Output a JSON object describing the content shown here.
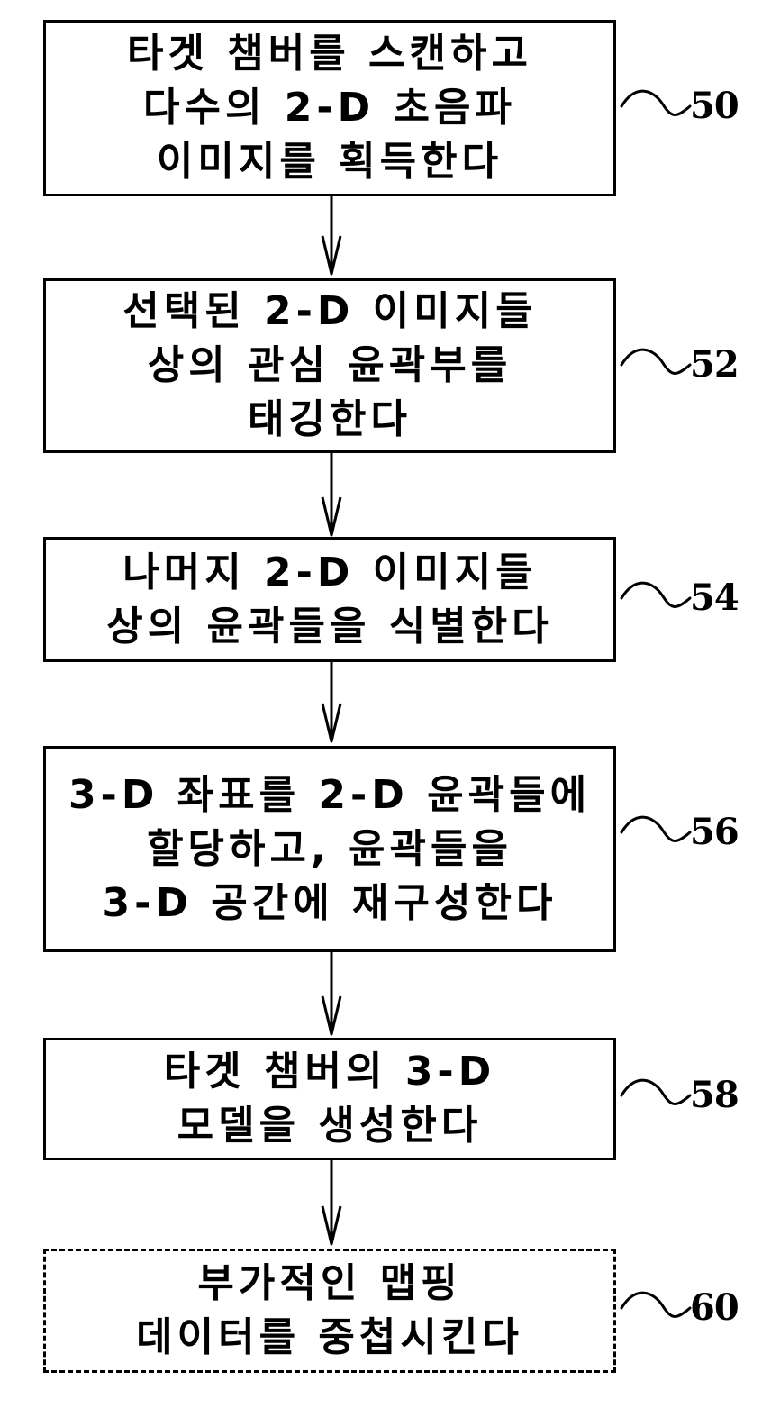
{
  "steps": [
    {
      "ref": "50",
      "lines": [
        "타겟 챔버를 스캔하고",
        "다수의 2-D 초음파",
        "이미지를 획득한다"
      ]
    },
    {
      "ref": "52",
      "lines": [
        "선택된 2-D 이미지들",
        "상의 관심 윤곽부를",
        "태깅한다"
      ]
    },
    {
      "ref": "54",
      "lines": [
        "나머지 2-D 이미지들",
        "상의 윤곽들을 식별한다"
      ]
    },
    {
      "ref": "56",
      "lines": [
        "3-D 좌표를 2-D 윤곽들에",
        "할당하고, 윤곽들을",
        "3-D 공간에 재구성한다"
      ]
    },
    {
      "ref": "58",
      "lines": [
        "타겟 챔버의 3-D",
        "모델을 생성한다"
      ]
    },
    {
      "ref": "60",
      "lines": [
        "부가적인 맵핑",
        "데이터를 중첩시킨다"
      ]
    }
  ]
}
